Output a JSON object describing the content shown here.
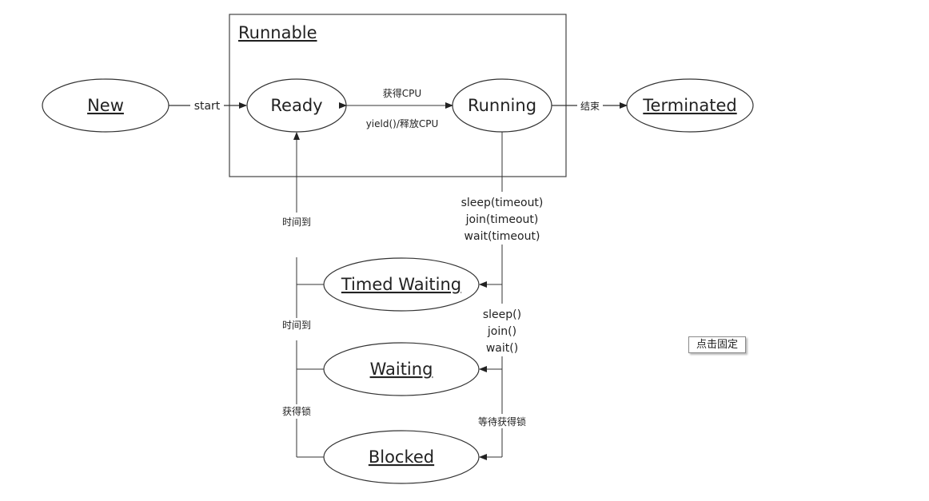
{
  "diagram": {
    "container_label": "Runnable",
    "states": {
      "new": "New",
      "ready": "Ready",
      "running": "Running",
      "terminated": "Terminated",
      "timed_waiting": "Timed Waiting",
      "waiting": "Waiting",
      "blocked": "Blocked"
    },
    "edges": {
      "start": "start",
      "get_cpu": "获得CPU",
      "yield_release": "yield()/释放CPU",
      "end": "结束",
      "sleep_timeout": "sleep(timeout)",
      "join_timeout": "join(timeout)",
      "wait_timeout": "wait(timeout)",
      "sleep": "sleep()",
      "join": "join()",
      "wait": "wait()",
      "wait_lock": "等待获得锁",
      "time_up_1": "时间到",
      "time_up_2": "时间到",
      "got_lock": "获得锁"
    }
  },
  "pin_button": {
    "label": "点击固定"
  }
}
